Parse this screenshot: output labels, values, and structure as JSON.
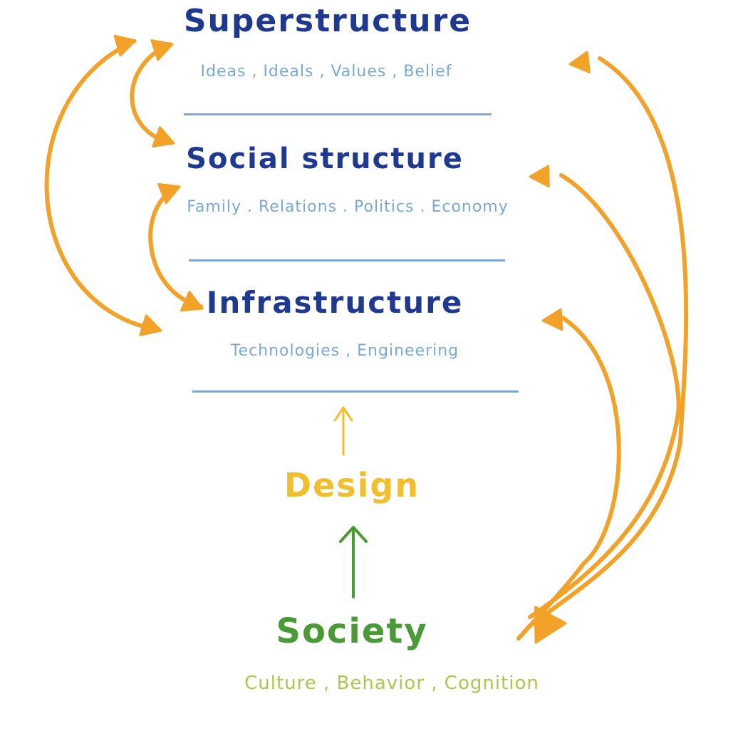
{
  "colors": {
    "heading": "#1f3990",
    "subtext": "#79a8d6",
    "rule": "#7ea9d6",
    "orange": "#f3a229",
    "design": "#f2bf2c",
    "society": "#4a9a35",
    "society_sub": "#a8c94a"
  },
  "layers": [
    {
      "title": "Superstructure",
      "subtitle": "Ideas , Ideals , Values , Belief"
    },
    {
      "title": "Social  structure",
      "subtitle": "Family . Relations . Politics . Economy"
    },
    {
      "title": "Infrastructure",
      "subtitle": "Technologies , Engineering"
    }
  ],
  "design": {
    "title": "Design"
  },
  "society": {
    "title": "Society",
    "subtitle": "Culture , Behavior , Cognition"
  }
}
